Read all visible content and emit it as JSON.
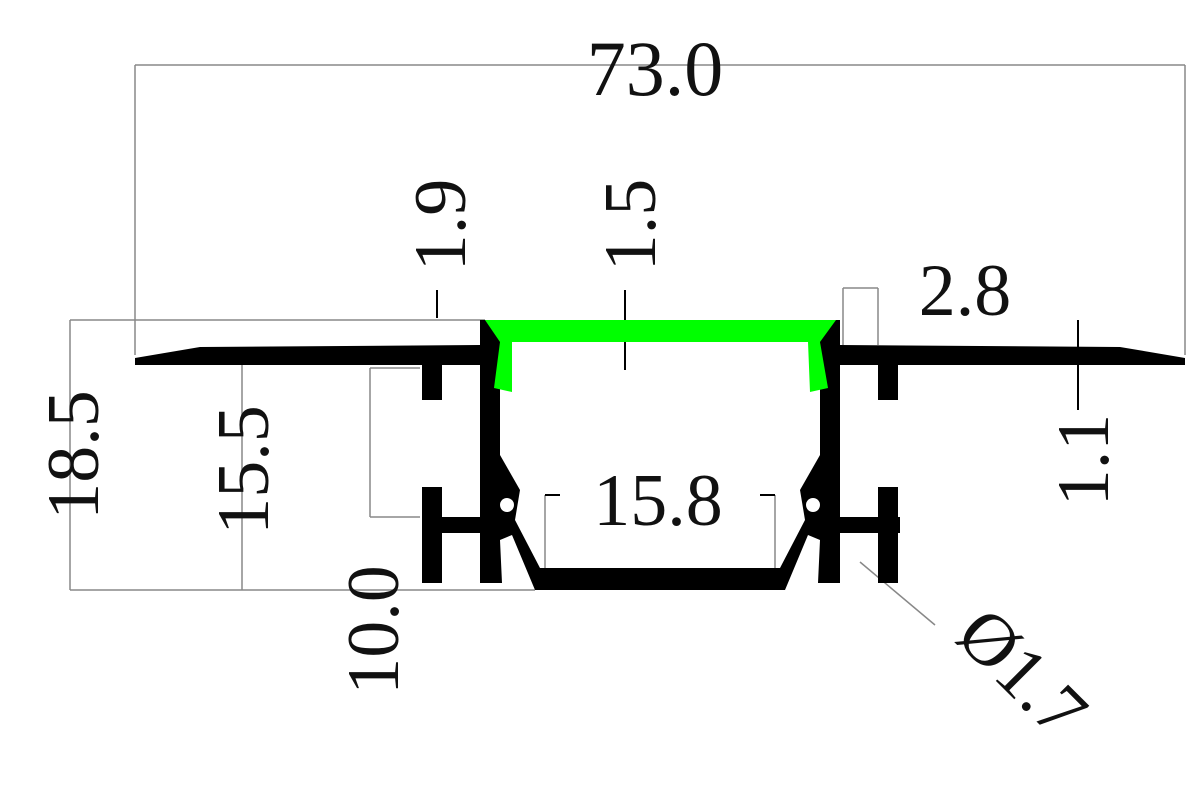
{
  "drawing": {
    "title": "LED aluminium profile cross-section",
    "colors": {
      "profile": "#000000",
      "diffuser": "#00ff00",
      "dimension_line": "#888888"
    },
    "dimensions": {
      "overall_width": "73.0",
      "total_height": "18.5",
      "flange_to_bottom": "15.5",
      "leg_height": "10.0",
      "wall_left": "1.9",
      "diffuser_thickness": "1.5",
      "clip_width": "2.8",
      "flange_thickness": "1.1",
      "inner_bottom_width": "15.8",
      "screw_hole": "Ø1.7"
    }
  }
}
